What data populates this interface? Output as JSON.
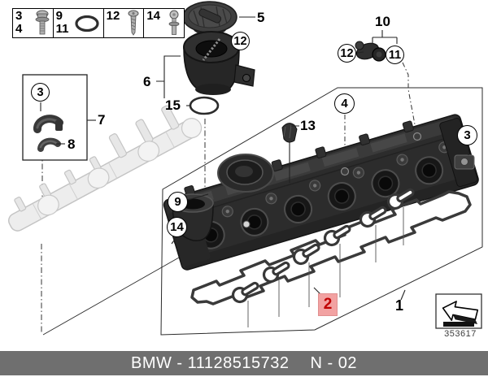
{
  "legend": {
    "cells": [
      {
        "numbers": [
          "3",
          "4"
        ],
        "icon": "bolt-icon"
      },
      {
        "numbers": [
          "9",
          "11"
        ],
        "icon": "o-ring-icon"
      },
      {
        "numbers": [
          "12"
        ],
        "icon": "screw-icon"
      },
      {
        "numbers": [
          "14"
        ],
        "icon": "ball-stud-icon"
      }
    ]
  },
  "callouts": {
    "part1": "1",
    "part2": "2",
    "part5": "5",
    "part6": "6",
    "part7": "7",
    "part8": "8",
    "part10": "10",
    "part13": "13",
    "part15": "15",
    "circled": {
      "box3": "3",
      "top12": "12",
      "sensor12": "12",
      "sensor11": "11",
      "cover4": "4",
      "right3": "3",
      "cover9": "9",
      "cover14": "14"
    }
  },
  "footnote_code": "353617",
  "title_bar": {
    "brand": "BMW",
    "separator": " - ",
    "part_number": "11128515732",
    "page_code": "N - 02"
  },
  "colors": {
    "highlight_bg": "#f2a2a2",
    "highlight_text": "#c00000",
    "bar_bg": "#6f6f6f",
    "bar_text": "#ffffff"
  }
}
